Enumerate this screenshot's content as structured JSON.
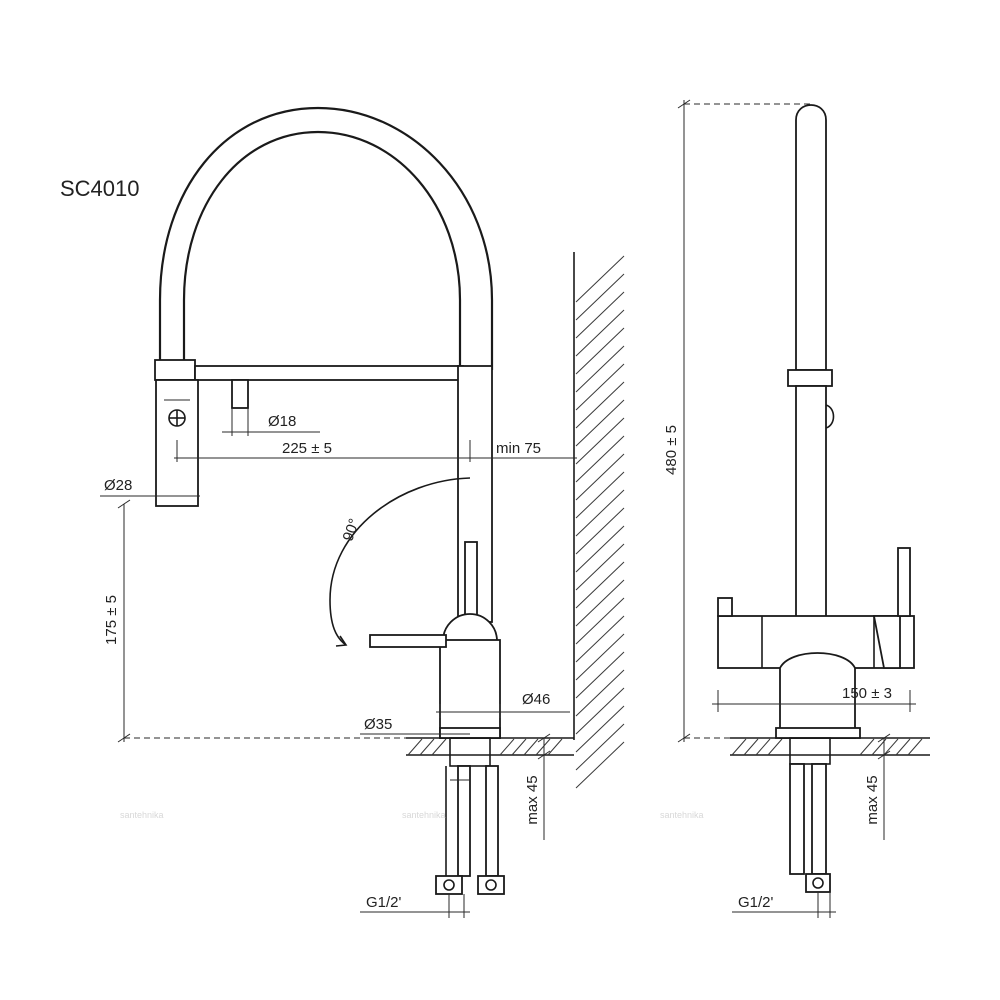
{
  "model": "SC4010",
  "dimensions": {
    "spray_diameter": "Ø18",
    "reach": "225 ± 5",
    "wall_clearance": "min 75",
    "head_diameter": "Ø28",
    "head_height": "175 ± 5",
    "angle": "90°",
    "base_diameter": "Ø46",
    "mount_diameter": "Ø35",
    "max_thickness_front": "max 45",
    "thread_front": "G1/2'",
    "total_height": "480 ± 5",
    "body_width": "150 ± 3",
    "max_thickness_side": "max 45",
    "thread_side": "G1/2'"
  },
  "watermark": "santehnika"
}
